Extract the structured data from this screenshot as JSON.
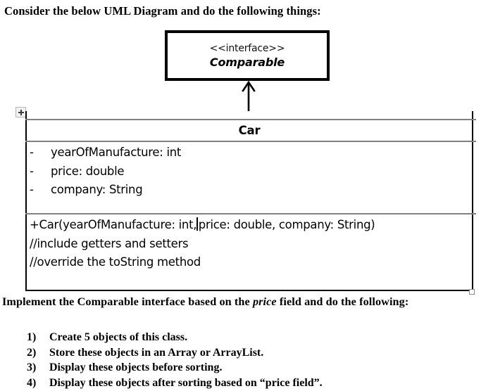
{
  "document": {
    "heading_top": "Consider the below UML Diagram and do the following things:",
    "heading_implement_prefix": "Implement the Comparable interface based on the ",
    "heading_implement_italic": "price",
    "heading_implement_suffix": " field and do the following:"
  },
  "tasks": [
    {
      "number": "1)",
      "text": "Create 5 objects of this class."
    },
    {
      "number": "2)",
      "text": "Store these objects in an Array or ArrayList."
    },
    {
      "number": "3)",
      "text": "Display these objects before sorting."
    },
    {
      "number": "4)",
      "text": "Display these objects after sorting based on “price field”."
    }
  ],
  "diagram": {
    "interface": {
      "stereotype": "<<interface>>",
      "name": "Comparable"
    },
    "relationship": {
      "kind": "generalization-arrow",
      "direction": "up",
      "from": "Car",
      "to": "Comparable"
    },
    "class": {
      "name": "Car",
      "attributes": [
        {
          "visibility": "-",
          "signature": "yearOfManufacture: int"
        },
        {
          "visibility": "-",
          "signature": "price: double"
        },
        {
          "visibility": "-",
          "signature": "company: String"
        }
      ],
      "methods": [
        {
          "before_caret": "+Car(yearOfManufacture: int,",
          "after_caret": "price: double, company: String)",
          "has_caret": true
        },
        {
          "before_caret": "//include getters and setters",
          "after_caret": "",
          "has_caret": false
        },
        {
          "before_caret": "//override the toString method",
          "after_caret": "",
          "has_caret": false
        }
      ]
    }
  },
  "colors": {
    "interface_border": "#000000",
    "class_border": "#000000",
    "class_rule": "#808080",
    "text": "#000000",
    "page_background": "#ffffff"
  }
}
